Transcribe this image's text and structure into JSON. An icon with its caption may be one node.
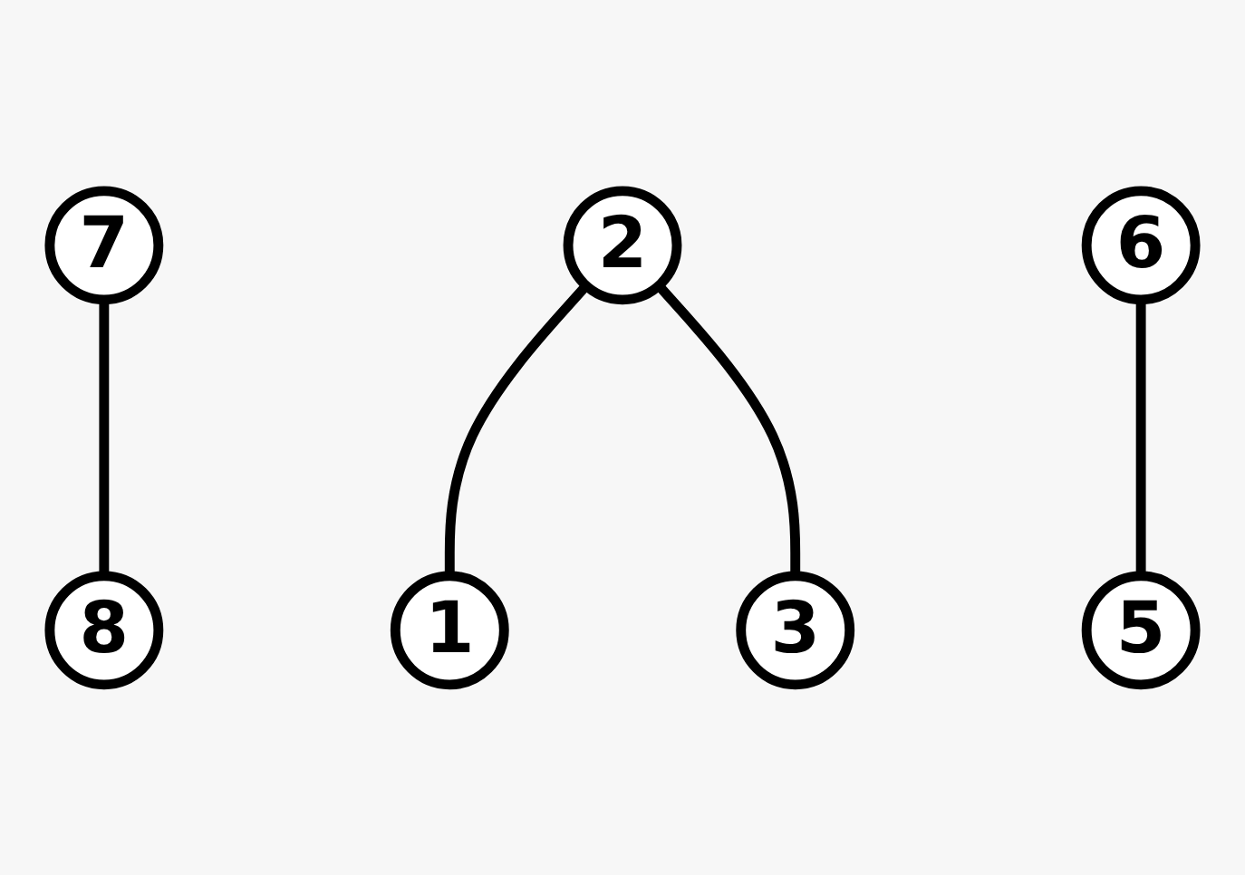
{
  "diagram": {
    "nodes": [
      {
        "text": [
          "7"
        ]
      },
      {
        "text": [
          "8"
        ]
      },
      {
        "text": [
          "2"
        ]
      },
      {
        "text": [
          "6"
        ]
      },
      {
        "text": [
          "1"
        ]
      },
      {
        "text": [
          "3"
        ]
      },
      {
        "text": [
          "5"
        ]
      }
    ],
    "edges": [
      {
        "from": 0,
        "to": 1,
        "arrow": "none"
      },
      {
        "from": 2,
        "to": 4,
        "arrow": "none"
      },
      {
        "from": 2,
        "to": 5,
        "arrow": "none"
      },
      {
        "from": 3,
        "to": 6,
        "arrow": "none"
      }
    ]
  }
}
